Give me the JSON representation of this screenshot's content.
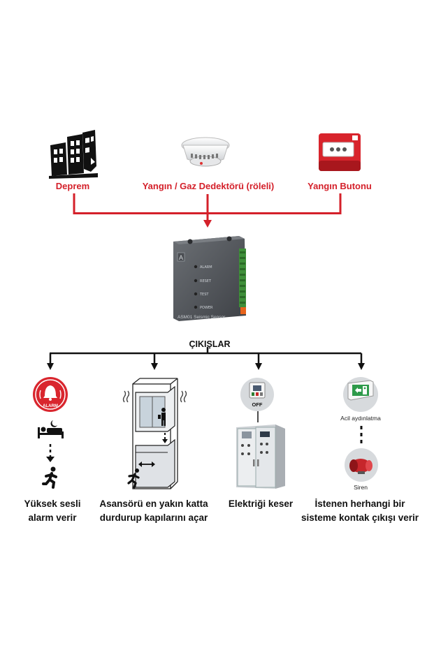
{
  "inputs": [
    {
      "label": "Deprem",
      "icon": "earthquake-building-icon"
    },
    {
      "label": "Yangın / Gaz Dedektörü (röleli)",
      "icon": "smoke-detector-icon"
    },
    {
      "label": "Yangın Butonu",
      "icon": "fire-alarm-button-icon"
    }
  ],
  "device": {
    "label": "ASM01 Seismic Sensor",
    "leds": [
      "ALARM",
      "RESET",
      "TEST",
      "POWER"
    ]
  },
  "outputs_title": "ÇIKIŞLAR",
  "outputs": [
    {
      "line1": "Yüksek sesli",
      "line2": "alarm verir",
      "badge": "ALARM"
    },
    {
      "line1": "Asansörü en yakın katta",
      "line2": "durdurup kapılarını açar"
    },
    {
      "line1": "Elektriği keser",
      "switch_label": "OFF"
    },
    {
      "line1": "İstenen herhangi bir",
      "line2": "sisteme kontak çıkışı verir",
      "sub1": "Acil aydınlatma",
      "sub2": "Siren"
    }
  ],
  "colors": {
    "accent_red": "#d4202a",
    "line_black": "#111111"
  }
}
